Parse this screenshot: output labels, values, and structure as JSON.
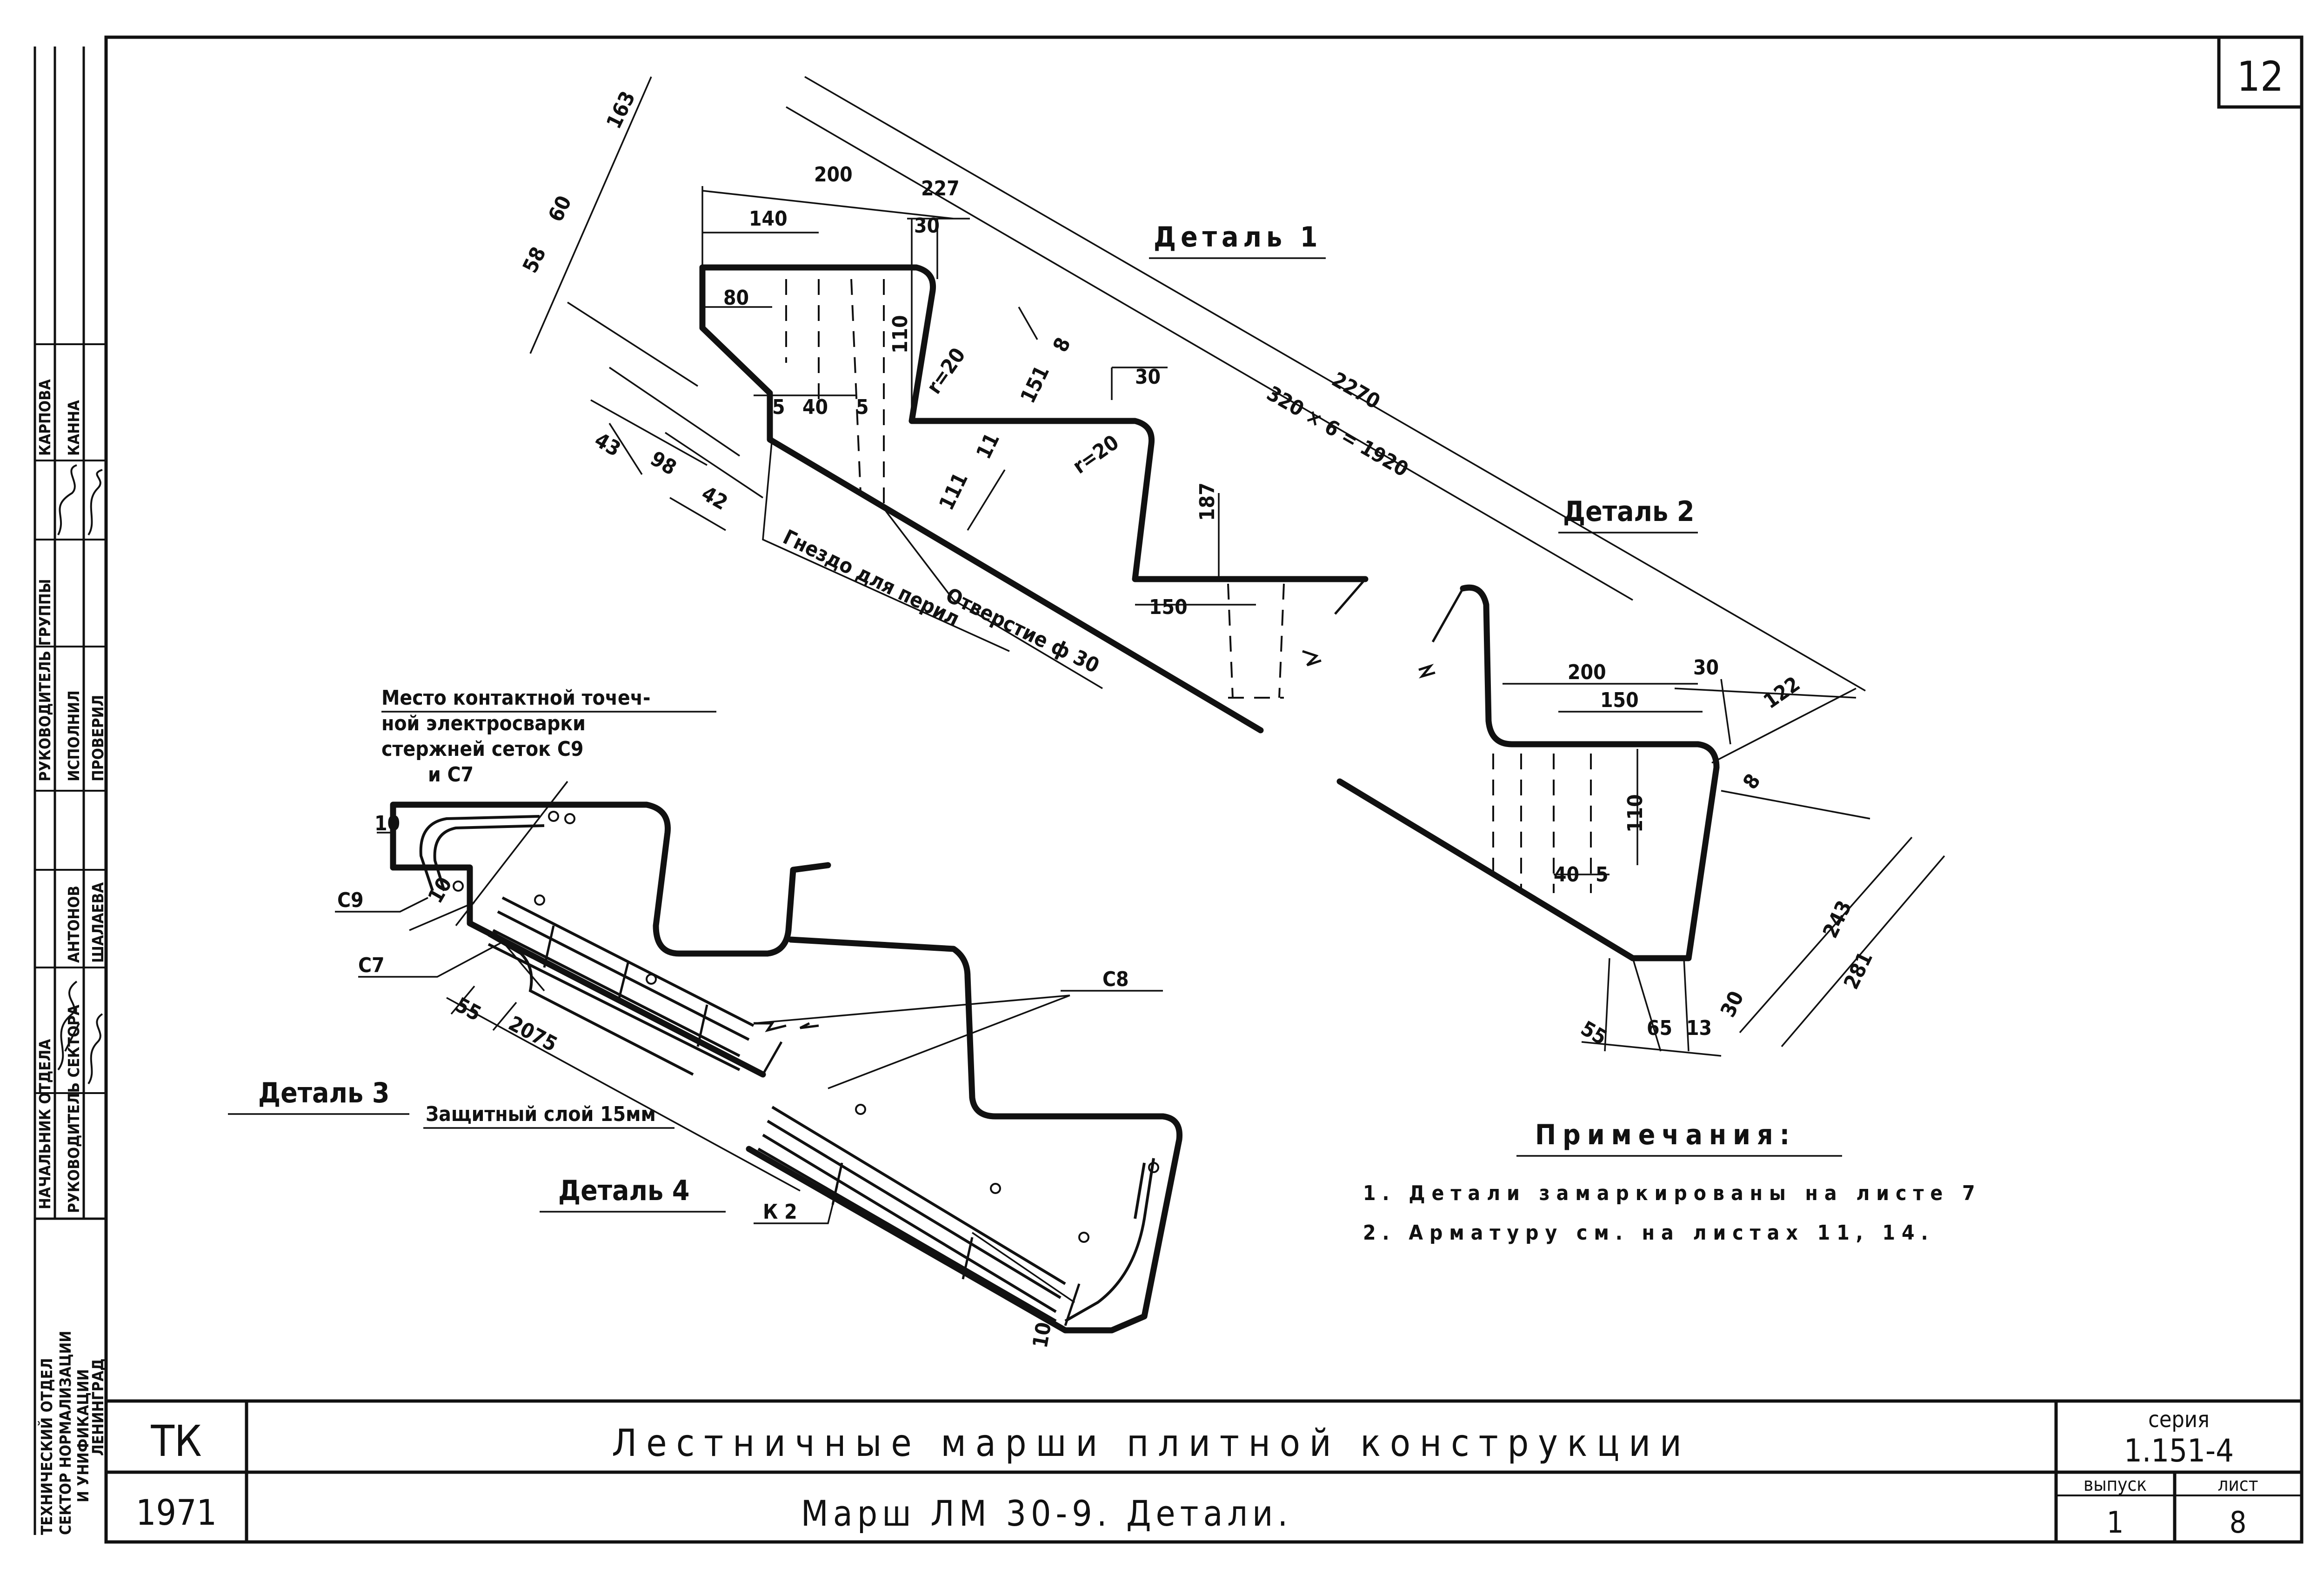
{
  "sheet_number": "12",
  "side_stamp": {
    "roles": [
      "НАЧАЛЬНИК ОТДЕЛА",
      "РУКОВОДИТЕЛЬ СЕКТОРА",
      "РУКОВОДИТЕЛЬ ГРУППЫ",
      "ИСПОЛНИЛ",
      "ПРОВЕРИЛ"
    ],
    "names": [
      "АНТОНОВ",
      "ШАЛАЕВА",
      "КАРПОВА",
      "КАННА"
    ],
    "organization": [
      "ТЕХНИЧЕСКИЙ ОТДЕЛ",
      "СЕКТОР НОРМАЛИЗАЦИИ",
      "И УНИФИКАЦИИ",
      "ЛЕНИНГРАД"
    ]
  },
  "labels": {
    "detail1": "Деталь 1",
    "detail2": "Деталь 2",
    "detail3": "Деталь 3",
    "detail4": "Деталь 4",
    "protective_layer": "Защитный слой 15мм",
    "nest": "Гнездо для перил",
    "hole": "Отверстие ф 30",
    "welding_note": [
      "Место контактной точеч-",
      "ной электросварки",
      "стержней сеток С9",
      "и С7"
    ],
    "c9": "С9",
    "c7": "С7",
    "c8": "С8",
    "k2": "К 2"
  },
  "dimensions": {
    "d163": "163",
    "d58": "58",
    "d60": "60",
    "d200a": "200",
    "d227": "227",
    "d140": "140",
    "d30a": "30",
    "d80": "80",
    "d110a": "110",
    "r20a": "r=20",
    "d151": "151",
    "d8a": "8",
    "d5a": "5",
    "d40a": "40",
    "d5b": "5",
    "d11": "11",
    "d111": "111",
    "d43": "43",
    "d98": "98",
    "d42": "42",
    "d30b": "30",
    "r20b": "r=20",
    "d187": "187",
    "d150a": "150",
    "d2270": "2270",
    "d1920": "320 × 6 = 1920",
    "d200b": "200",
    "d30c": "30",
    "d150b": "150",
    "d122": "122",
    "d8b": "8",
    "d110b": "110",
    "d40b": "40",
    "d5c": "5",
    "d243": "243",
    "d281": "281",
    "d30d": "30",
    "d55a": "55",
    "d65": "65",
    "d13": "13",
    "d10a": "10",
    "d10b": "10",
    "d55b": "55",
    "d2075": "2075",
    "d10c": "10"
  },
  "notes": {
    "title": "Примечания:",
    "items": [
      "1. Детали замаркированы на листе 7",
      "2. Арматуру см. на листах 11, 14."
    ]
  },
  "title_block": {
    "code": "ТК",
    "year": "1971",
    "title": "Лестничные марши плитной конструкции",
    "subtitle": "Марш ЛМ 30-9. Детали.",
    "series_label": "серия",
    "series": "1.151-4",
    "issue_label": "выпуск",
    "issue": "1",
    "sheet_label": "лист",
    "sheet": "8"
  }
}
